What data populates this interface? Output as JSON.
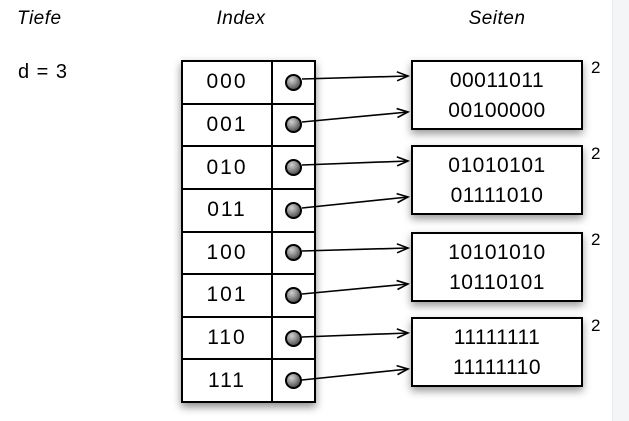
{
  "headings": {
    "depth": "Tiefe",
    "index": "Index",
    "pages": "Seiten"
  },
  "global_depth": "d = 3",
  "directory": {
    "entries": [
      {
        "label": "000",
        "points_to": 0
      },
      {
        "label": "001",
        "points_to": 0
      },
      {
        "label": "010",
        "points_to": 1
      },
      {
        "label": "011",
        "points_to": 1
      },
      {
        "label": "100",
        "points_to": 2
      },
      {
        "label": "101",
        "points_to": 2
      },
      {
        "label": "110",
        "points_to": 3
      },
      {
        "label": "111",
        "points_to": 3
      }
    ]
  },
  "pages": [
    {
      "values": [
        "00011011",
        "00100000"
      ],
      "local_depth": "2"
    },
    {
      "values": [
        "01010101",
        "01111010"
      ],
      "local_depth": "2"
    },
    {
      "values": [
        "10101010",
        "10110101"
      ],
      "local_depth": "2"
    },
    {
      "values": [
        "11111111",
        "11111110"
      ],
      "local_depth": "2"
    }
  ],
  "colors": {
    "stroke": "#000000",
    "background": "#ffffff",
    "right_strip": "#f4f5f6"
  }
}
